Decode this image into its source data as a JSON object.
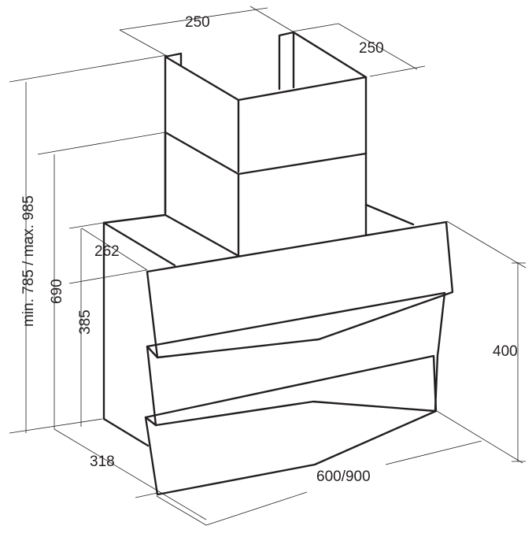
{
  "dimensions": {
    "chimney_width": "250",
    "chimney_depth": "250",
    "total_height": "min. 785 / max. 985",
    "height_690": "690",
    "height_385": "385",
    "depth_262": "262",
    "front_height": "400",
    "depth_318": "318",
    "width": "600/900"
  },
  "colors": {
    "line": "#231f20",
    "background": "#ffffff"
  }
}
